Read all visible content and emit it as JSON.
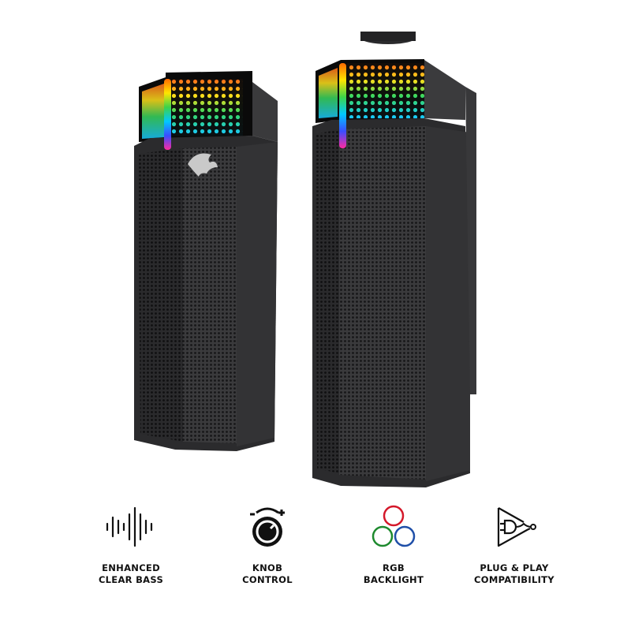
{
  "product": {
    "name": "RGB gaming speaker pair",
    "speakers": [
      {
        "id": "left",
        "logo": "dragon-logo"
      },
      {
        "id": "right",
        "has_top_knob": true
      }
    ],
    "colors": {
      "body": "#2e2e30",
      "body_dark": "#1f1f21",
      "grille": "#3a3a3c",
      "side": "#3b3b3d"
    }
  },
  "features": [
    {
      "icon": "sound-wave-icon",
      "line1": "ENHANCED",
      "line2": "CLEAR BASS"
    },
    {
      "icon": "knob-icon",
      "line1": "KNOB",
      "line2": "CONTROL"
    },
    {
      "icon": "rgb-circles-icon",
      "line1": "RGB",
      "line2": "BACKLIGHT"
    },
    {
      "icon": "plug-play-icon",
      "line1": "PLUG & PLAY",
      "line2": "COMPATIBILITY"
    }
  ],
  "rgb_colors": {
    "red": "#d4182a",
    "green": "#1e8a2e",
    "blue": "#1f4fa8"
  }
}
